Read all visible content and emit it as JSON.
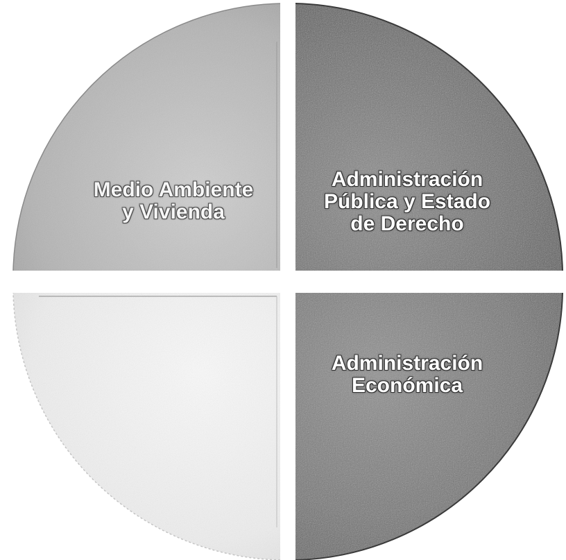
{
  "quadrants": {
    "top_left": {
      "lines": [
        "Medio Ambiente",
        "y Vivienda"
      ],
      "fill": "#b9b9b9"
    },
    "top_right": {
      "lines": [
        "Administración",
        "Pública y Estado",
        "de Derecho"
      ],
      "fill": "#6e6e6e"
    },
    "bottom_right": {
      "lines": [
        "Administración",
        "Económica"
      ],
      "fill": "#767676"
    },
    "bottom_left": {
      "lines": [],
      "fill": "#f2f2f2"
    }
  },
  "colors": {
    "label_text": "#ffffff",
    "separator": "#ffffff",
    "frame": "#444444"
  }
}
